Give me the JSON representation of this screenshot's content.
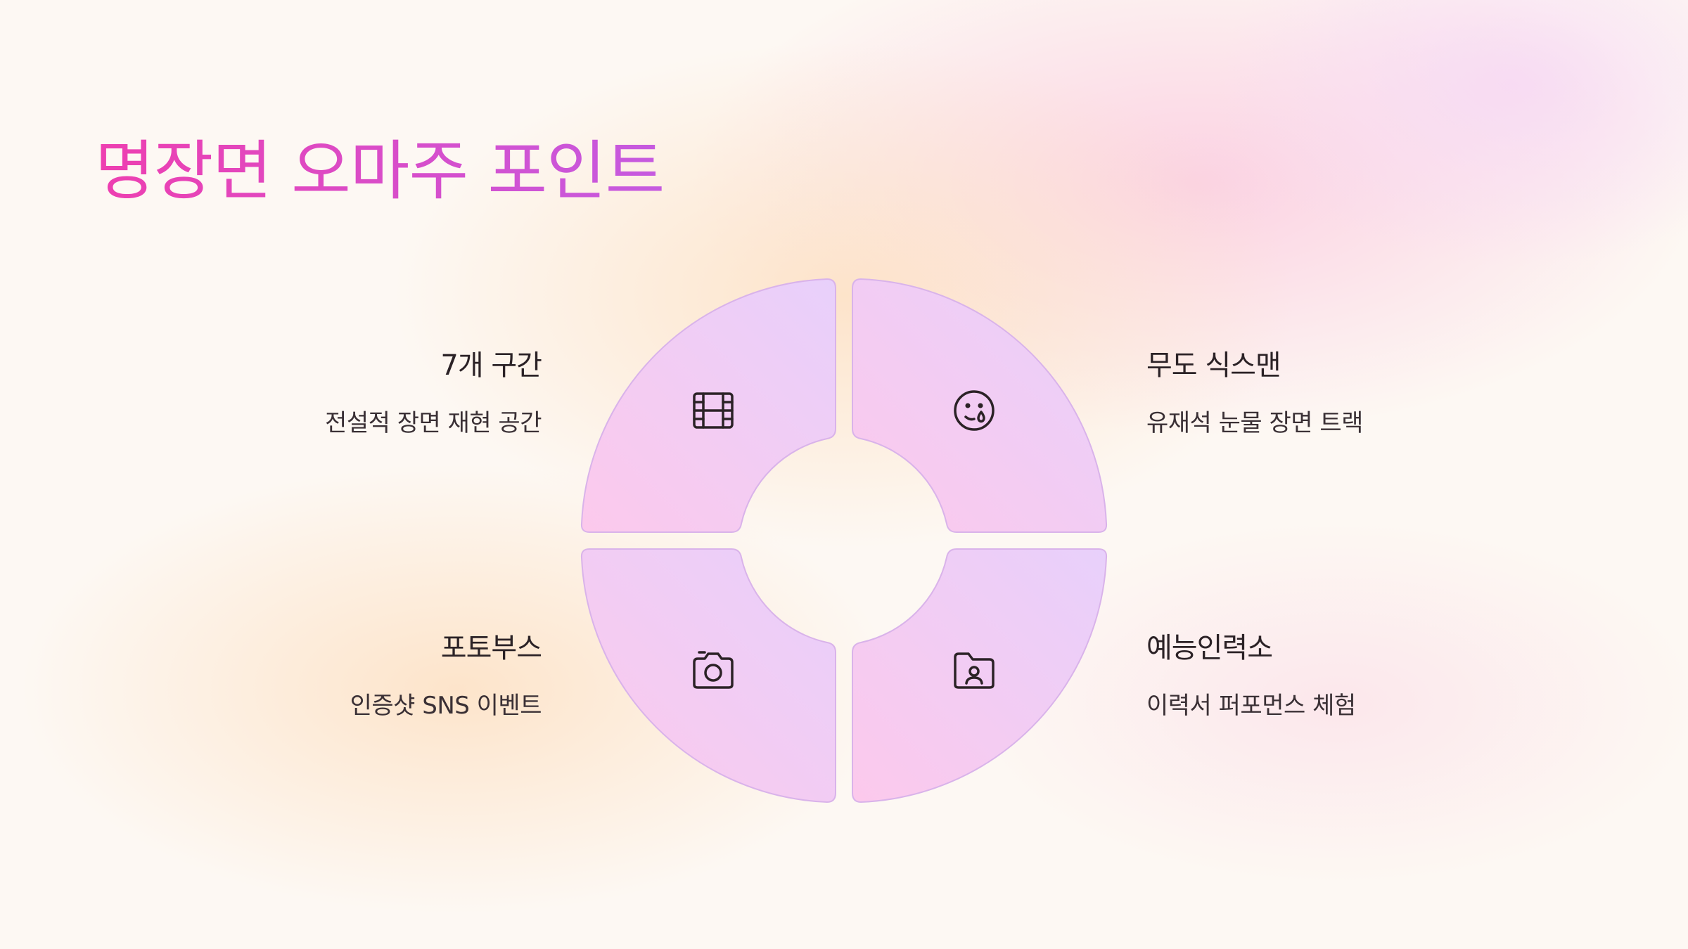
{
  "title": "명장면 오마주 포인트",
  "items": [
    {
      "heading": "7개 구간",
      "description": "전설적 장면 재현 공간",
      "icon": "film-icon"
    },
    {
      "heading": "무도 식스맨",
      "description": "유재석 눈물 장면 트랙",
      "icon": "crying-face-icon"
    },
    {
      "heading": "포토부스",
      "description": "인증샷 SNS 이벤트",
      "icon": "camera-icon"
    },
    {
      "heading": "예능인력소",
      "description": "이력서 퍼포먼스 체험",
      "icon": "folder-user-icon"
    }
  ],
  "colors": {
    "title_start": "#ee3fb0",
    "title_end": "#c55ae0",
    "segment_light": "#fcc9ec",
    "segment_lavender": "#e8d0fb",
    "segment_stroke": "#d9b3ea",
    "icon": "#2b2226"
  }
}
